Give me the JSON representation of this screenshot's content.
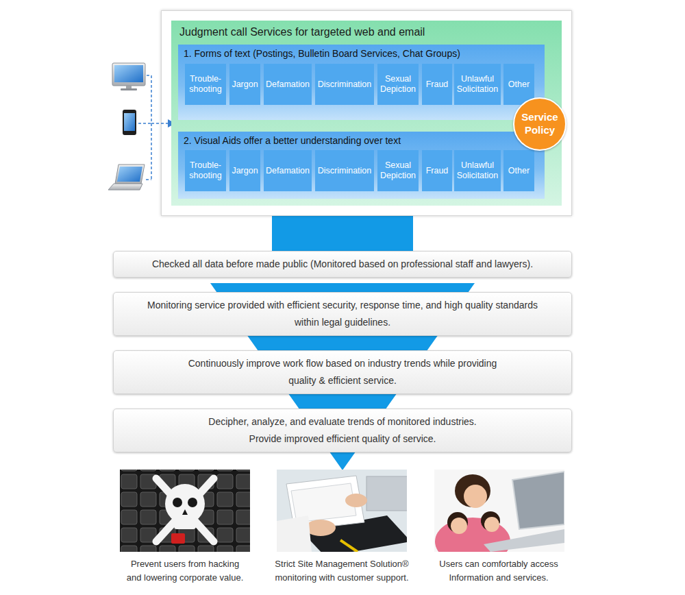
{
  "diagram": {
    "nodes": [
      {
        "text": [
          "Judgment call Services for targeted web and email"
        ]
      },
      {
        "text": [
          "1. Forms of text (Postings, Bulletin Board Services, Chat Groups)"
        ],
        "in": 0
      },
      {
        "text": [
          "Trouble-shooting"
        ],
        "in": 1
      },
      {
        "text": [
          "Jargon"
        ],
        "in": 1
      },
      {
        "text": [
          "Defamation"
        ],
        "in": 1
      },
      {
        "text": [
          "Discrimination"
        ],
        "in": 1
      },
      {
        "text": [
          "Sexual Depiction"
        ],
        "in": 1
      },
      {
        "text": [
          "Fraud"
        ],
        "in": 1
      },
      {
        "text": [
          "Unlawful Solicitation"
        ],
        "in": 1
      },
      {
        "text": [
          "Other"
        ],
        "in": 1
      },
      {
        "text": [
          "2. Visual Aids offer a better understanding over text"
        ],
        "in": 0
      },
      {
        "text": [
          "Trouble-shooting"
        ],
        "in": 10
      },
      {
        "text": [
          "Jargon"
        ],
        "in": 10
      },
      {
        "text": [
          "Defamation"
        ],
        "in": 10
      },
      {
        "text": [
          "Discrimination"
        ],
        "in": 10
      },
      {
        "text": [
          "Sexual Depiction"
        ],
        "in": 10
      },
      {
        "text": [
          "Fraud"
        ],
        "in": 10
      },
      {
        "text": [
          "Unlawful Solicitation"
        ],
        "in": 10
      },
      {
        "text": [
          "Other"
        ],
        "in": 10
      },
      {
        "text": [
          "Service Policy"
        ],
        "in": 0
      },
      {
        "text": [
          "Checked all data before made public (Monitored based on professional staff and lawyers)."
        ]
      },
      {
        "text": [
          "Monitoring service provided with efficient security, response time, and high quality standards within legal guidelines."
        ]
      },
      {
        "text": [
          "Continuously improve work flow based on industry trends while providing quality & efficient service."
        ]
      },
      {
        "text": [
          "Decipher, analyze, and evaluate trends of monitored industries. Provide improved efficient quality of service."
        ]
      }
    ],
    "edges": [
      {
        "from": 0,
        "to": 20,
        "arrow": "none"
      },
      {
        "from": 20,
        "to": 21,
        "arrow": "none"
      },
      {
        "from": 21,
        "to": 22,
        "arrow": "none"
      },
      {
        "from": 22,
        "to": 23,
        "arrow": "none"
      }
    ],
    "labels": [
      "Prevent users from hacking and lowering corporate value.",
      "Strict Site Management Solution® monitoring with customer support.",
      "Users can comfortably access Information and services."
    ]
  }
}
